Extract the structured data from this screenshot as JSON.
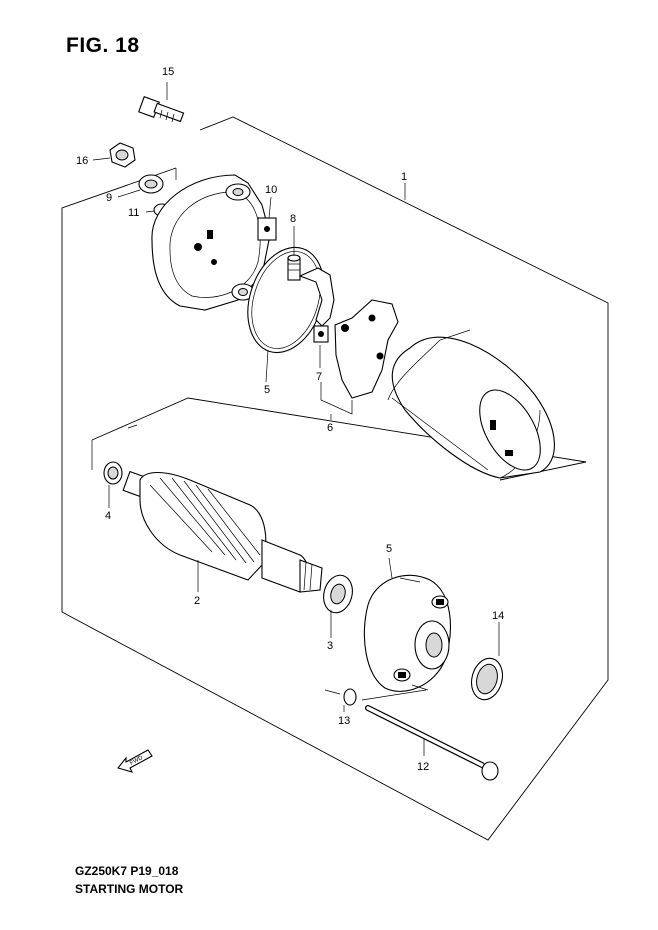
{
  "figure": {
    "title": "FIG. 18",
    "model_code": "GZ250K7 P19_018",
    "name": "STARTING MOTOR"
  },
  "callouts": {
    "c1": "1",
    "c2": "2",
    "c3": "3",
    "c4": "4",
    "c5a": "5",
    "c5b": "5",
    "c6": "6",
    "c7": "7",
    "c8": "8",
    "c9": "9",
    "c10": "10",
    "c11": "11",
    "c12": "12",
    "c13": "13",
    "c14": "14",
    "c15": "15",
    "c16": "16"
  },
  "direction_marker": "FWD"
}
